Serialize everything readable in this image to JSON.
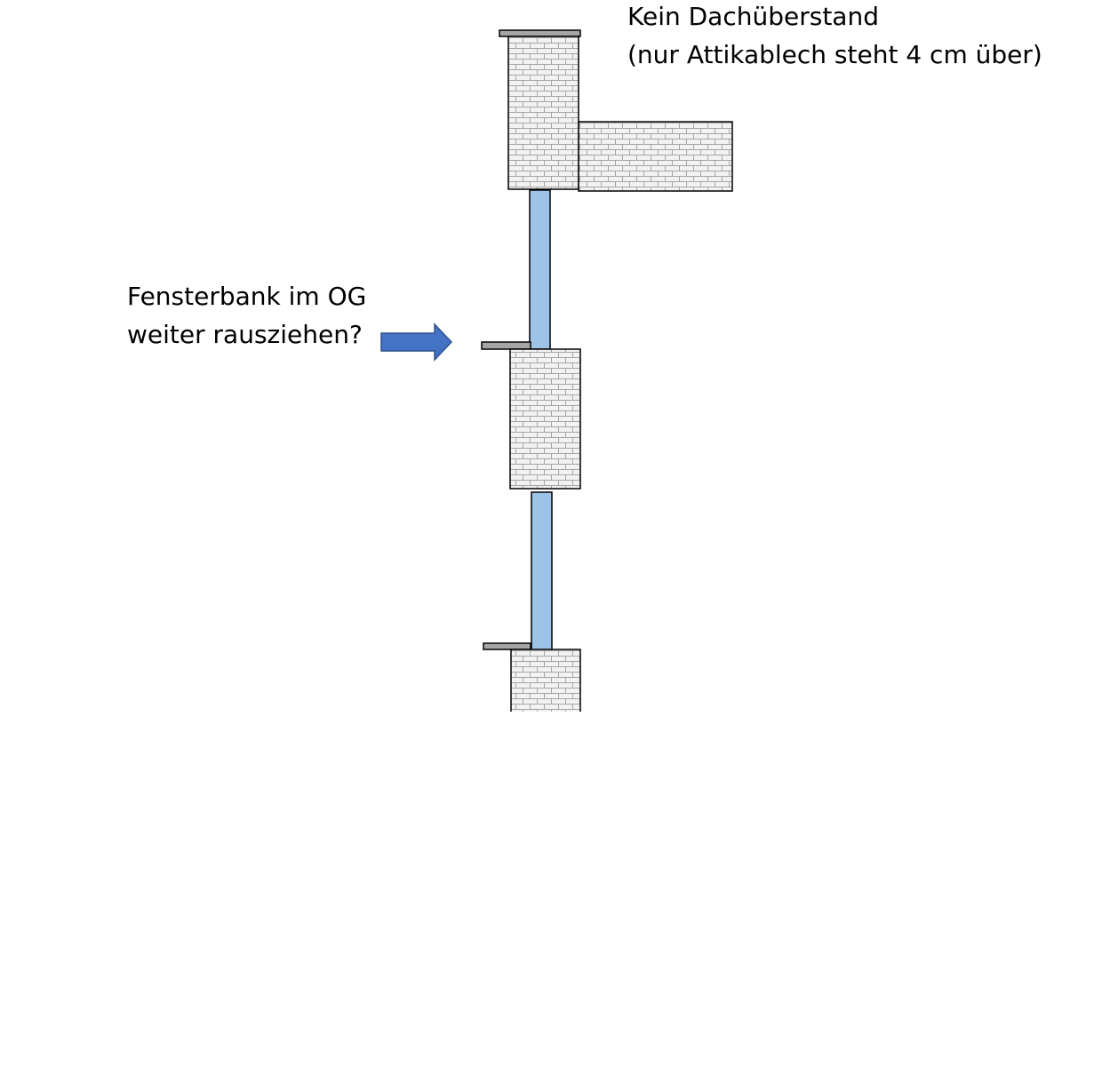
{
  "annotations": {
    "roof": {
      "line1": "Kein Dachüberstand",
      "line2": "(nur Attikablech steht 4 cm über)"
    },
    "sill": {
      "line1": "Fensterbank im OG",
      "line2": "weiter rausziehen?"
    }
  },
  "colors": {
    "background": "#ffffff",
    "brick_fill": "#f2f2f2",
    "brick_mortar": "#a6a6a6",
    "outline": "#000000",
    "metal_flashing": "#a6a6a6",
    "window_glass": "#9dc3e6",
    "arrow": "#4472c4",
    "arrow_outline": "#2f528f"
  },
  "icons": {
    "pointer": "right-arrow-icon"
  }
}
